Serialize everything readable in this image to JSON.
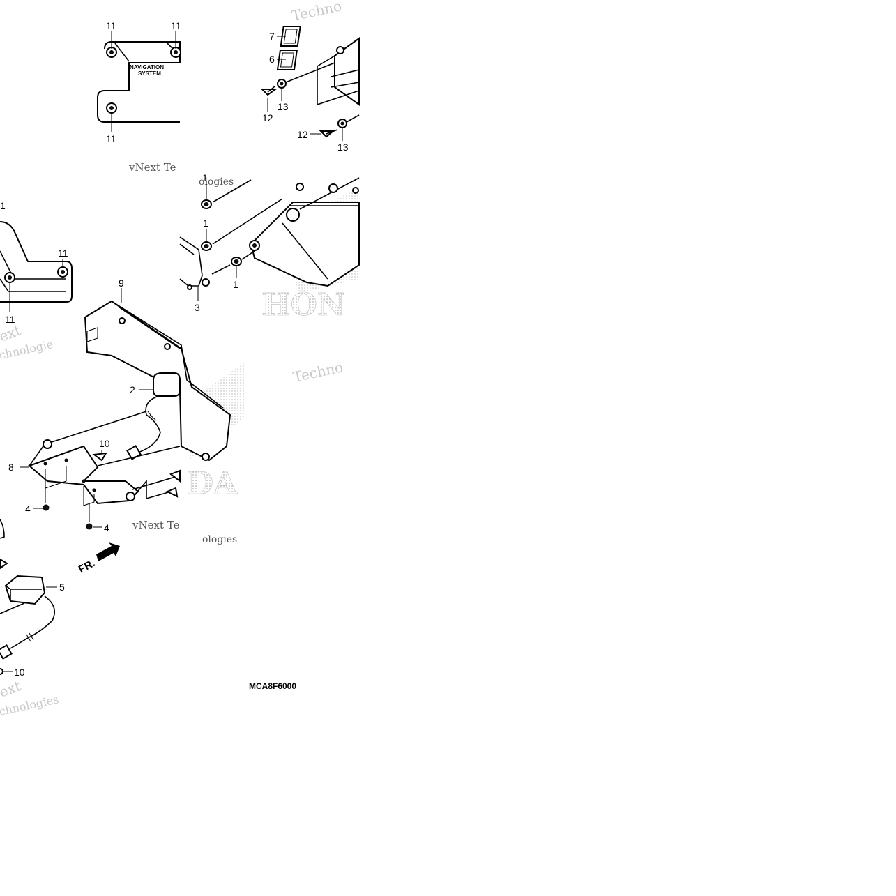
{
  "callouts": {
    "c11a": "11",
    "c11b": "11",
    "c11c": "11",
    "c7": "7",
    "c6": "6",
    "c12a": "12",
    "c13a": "13",
    "c12b": "12",
    "c13b": "13",
    "c1top": "1",
    "c11d": "11",
    "c11e": "11",
    "c1a": "1",
    "c1b": "1",
    "c1c": "1",
    "c3": "3",
    "c9": "9",
    "c2": "2",
    "c10a": "10",
    "c8": "8",
    "c4a": "4",
    "c4b": "4",
    "c5": "5",
    "c10b": "10"
  },
  "labels": {
    "nav_line1": "NAVIGATION",
    "nav_line2": "SYSTEM",
    "front_arrow": "FR.",
    "diagram_code": "MCA8F6000"
  },
  "watermarks": {
    "techno_top": "Techno",
    "vnext_top": "vNext Te",
    "ologies_top": "ologies",
    "ext_left": "ext",
    "chnologies_left": "chnologie",
    "techno_mid": "Techno",
    "vnext_mid": "vNext Te",
    "ologies_mid": "ologies",
    "ext_bottom": "ext",
    "chnologies_bottom": "chnologies"
  },
  "brand": {
    "upper": "HON",
    "lower": "DA"
  },
  "colors": {
    "line": "#000000",
    "watermark": "#c9c9c9",
    "background": "#ffffff"
  }
}
